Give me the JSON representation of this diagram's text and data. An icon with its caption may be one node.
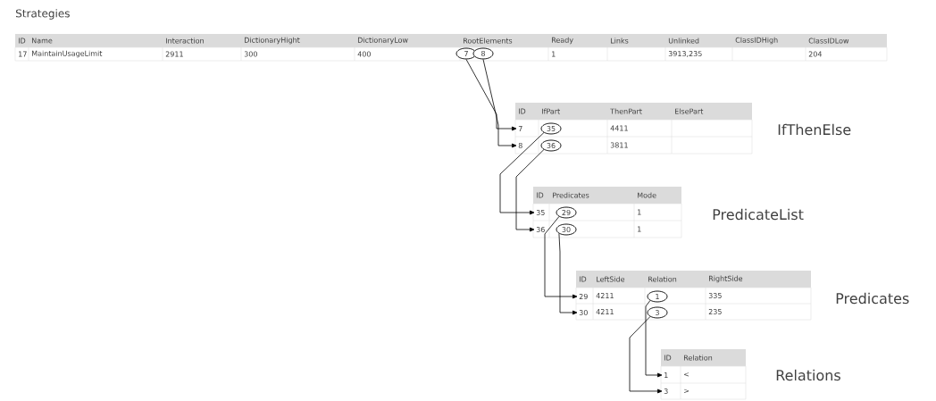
{
  "diagram": {
    "nodes": [
      {
        "text": [
          "7"
        ]
      },
      {
        "text": [
          "8"
        ]
      },
      {
        "text": [
          "7"
        ]
      },
      {
        "text": [
          "35"
        ]
      },
      {
        "text": [
          "8"
        ]
      },
      {
        "text": [
          "36"
        ]
      },
      {
        "text": [
          "35"
        ]
      },
      {
        "text": [
          "29"
        ]
      },
      {
        "text": [
          "36"
        ]
      },
      {
        "text": [
          "30"
        ]
      },
      {
        "text": [
          "29"
        ]
      },
      {
        "text": [
          "1"
        ]
      },
      {
        "text": [
          "30"
        ]
      },
      {
        "text": [
          "3"
        ]
      },
      {
        "text": [
          "1"
        ]
      },
      {
        "text": [
          "3"
        ]
      }
    ],
    "edges": [
      {
        "from": 0,
        "to": 2,
        "arrow": "to"
      },
      {
        "from": 1,
        "to": 4,
        "arrow": "to"
      },
      {
        "from": 3,
        "to": 6,
        "arrow": "to"
      },
      {
        "from": 5,
        "to": 8,
        "arrow": "to"
      },
      {
        "from": 7,
        "to": 10,
        "arrow": "to"
      },
      {
        "from": 9,
        "to": 12,
        "arrow": "to"
      },
      {
        "from": 11,
        "to": 14,
        "arrow": "to"
      },
      {
        "from": 13,
        "to": 15,
        "arrow": "to"
      }
    ],
    "labels": [
      "Strategies",
      "ID",
      "Name",
      "Interaction",
      "DictionaryHight",
      "DictionaryLow",
      "RootElements",
      "Ready",
      "Links",
      "Unlinked",
      "ClassIDHigh",
      "ClassIDLow",
      "17",
      "MaintainUsageLimit",
      "2911",
      "300",
      "400",
      "1",
      "3913,235",
      "204",
      "ID",
      "IfPart",
      "ThenPart",
      "ElsePart",
      "4411",
      "3811",
      "IfThenElse",
      "ID",
      "Predicates",
      "Mode",
      "1",
      "1",
      "PredicateList",
      "ID",
      "LeftSide",
      "Relation",
      "RightSide",
      "4211",
      "335",
      "4211",
      "235",
      "Predicates",
      "ID",
      "Relation",
      "<",
      ">",
      "Relations"
    ]
  }
}
